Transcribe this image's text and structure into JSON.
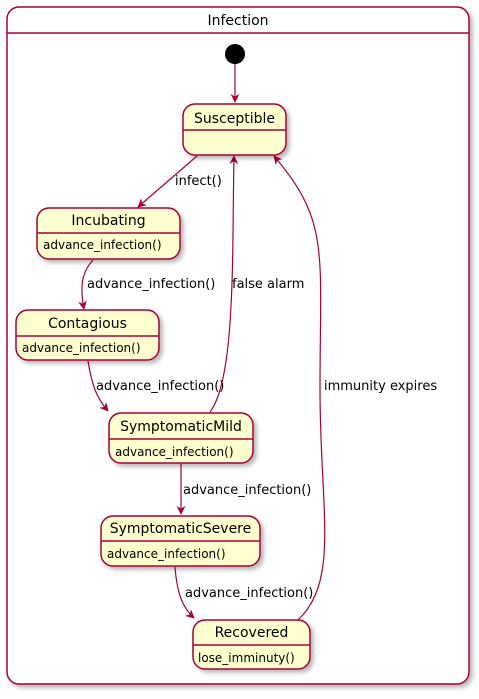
{
  "diagram": {
    "colors": {
      "border": "#a80036",
      "state_fill": "#fefece",
      "background": "#ffffff",
      "initial_node": "#000000",
      "text": "#000000"
    },
    "composite": {
      "title": "Infection"
    },
    "states": {
      "susceptible": {
        "name": "Susceptible",
        "action": ""
      },
      "incubating": {
        "name": "Incubating",
        "action": "advance_infection()"
      },
      "contagious": {
        "name": "Contagious",
        "action": "advance_infection()"
      },
      "symptomatic_mild": {
        "name": "SymptomaticMild",
        "action": "advance_infection()"
      },
      "symptomatic_severe": {
        "name": "SymptomaticSevere",
        "action": "advance_infection()"
      },
      "recovered": {
        "name": "Recovered",
        "action": "lose_imminuty()"
      }
    },
    "transitions": {
      "start_to_susceptible": {
        "from": "initial",
        "to": "Susceptible",
        "label": ""
      },
      "susceptible_to_incubating": {
        "from": "Susceptible",
        "to": "Incubating",
        "label": "infect()"
      },
      "incubating_to_contagious": {
        "from": "Incubating",
        "to": "Contagious",
        "label": "advance_infection()"
      },
      "contagious_to_mild": {
        "from": "Contagious",
        "to": "SymptomaticMild",
        "label": "advance_infection()"
      },
      "mild_to_susceptible": {
        "from": "SymptomaticMild",
        "to": "Susceptible",
        "label": "false alarm"
      },
      "mild_to_severe": {
        "from": "SymptomaticMild",
        "to": "SymptomaticSevere",
        "label": "advance_infection()"
      },
      "severe_to_recovered": {
        "from": "SymptomaticSevere",
        "to": "Recovered",
        "label": "advance_infection()"
      },
      "recovered_to_susceptible": {
        "from": "Recovered",
        "to": "Susceptible",
        "label": "immunity expires"
      }
    }
  }
}
